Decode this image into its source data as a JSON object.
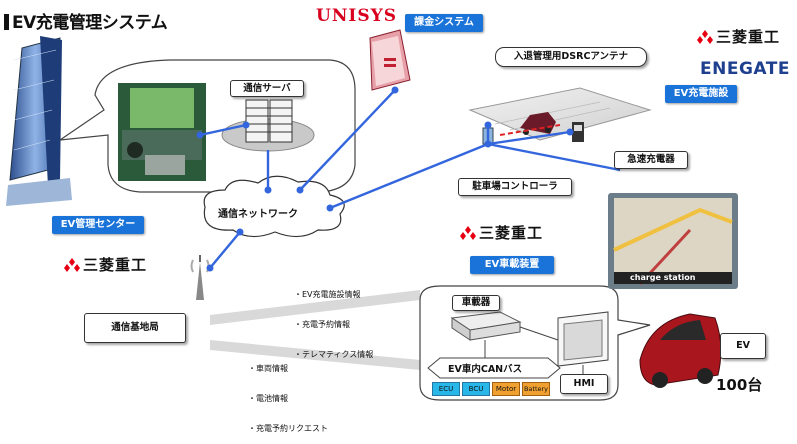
{
  "title": "EV充電管理システム",
  "unisys_logo": "UNISYS",
  "enegate_logo": "ENEGATE",
  "mhi": "三菱重工",
  "labels": {
    "billing": "課金システム",
    "comm_server": "通信サーバ",
    "antenna": "入退管理用DSRCアンテナ",
    "ev_charging_facility": "EV充電施設",
    "fast_charger": "急速充電器",
    "parking_controller": "駐車場コントローラ",
    "network": "通信ネットワーク",
    "ev_center": "EV管理センター",
    "onboard_device": "EV車載装置",
    "base_station": "通信基地局",
    "vehicle_unit": "車載器",
    "can_bus": "EV車内CANバス",
    "hmi": "HMI",
    "ev": "EV",
    "count": "100台",
    "charge_station": "charge station",
    "ecu1": "ECU",
    "ecu2": "BCU",
    "motor": "Motor",
    "battery": "Battery"
  },
  "info_down": [
    "・EV充電施設情報",
    "・充電予約情報",
    "・テレマティクス情報"
  ],
  "info_up": [
    "・車両情報",
    "・電池情報",
    "・充電予約リクエスト"
  ],
  "colors": {
    "accent": "#1a73d9",
    "link": "#3366dd",
    "mhi_red": "#e60012",
    "enegate": "#1f3f8f"
  }
}
